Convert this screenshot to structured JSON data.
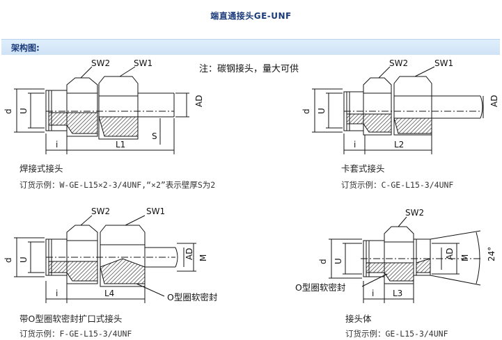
{
  "page": {
    "title": "端直通接头GE-UNF",
    "section": "架构图:",
    "note": "注：碳钢接头，量大可供"
  },
  "figures": [
    {
      "caption": "焊接式接头",
      "order": "订货示例：W-GE-L15×2-3/4UNF,“×2”表示壁厚S为2",
      "labels": {
        "sw2": "SW2",
        "sw1": "SW1",
        "d": "d",
        "u": "U",
        "ad": "AD",
        "i": "i",
        "len": "L1",
        "s": "S"
      }
    },
    {
      "caption": "卡套式接头",
      "order": "订货示例：C-GE-L15-3/4UNF",
      "labels": {
        "sw2": "SW2",
        "sw1": "SW1",
        "d": "d",
        "u": "U",
        "ad": "AD",
        "i": "i",
        "len": "L2"
      }
    },
    {
      "caption": "带O型圈软密封扩口式接头",
      "order": "订货示例：F-GE-L15-3/4UNF",
      "labels": {
        "sw2": "SW2",
        "sw1": "SW1",
        "d": "d",
        "u": "U",
        "ad": "AD",
        "m": "M",
        "i": "i",
        "len": "L4",
        "oring": "O型圈软密封"
      }
    },
    {
      "caption": "接头体",
      "order": "订货示例：GE-L15-3/4UNF",
      "labels": {
        "sw2": "SW2",
        "d": "d",
        "u": "U",
        "ad": "AD",
        "m": "M",
        "angle": "24°",
        "i": "i",
        "len": "L3",
        "oring": "O型圈软密封"
      }
    }
  ]
}
